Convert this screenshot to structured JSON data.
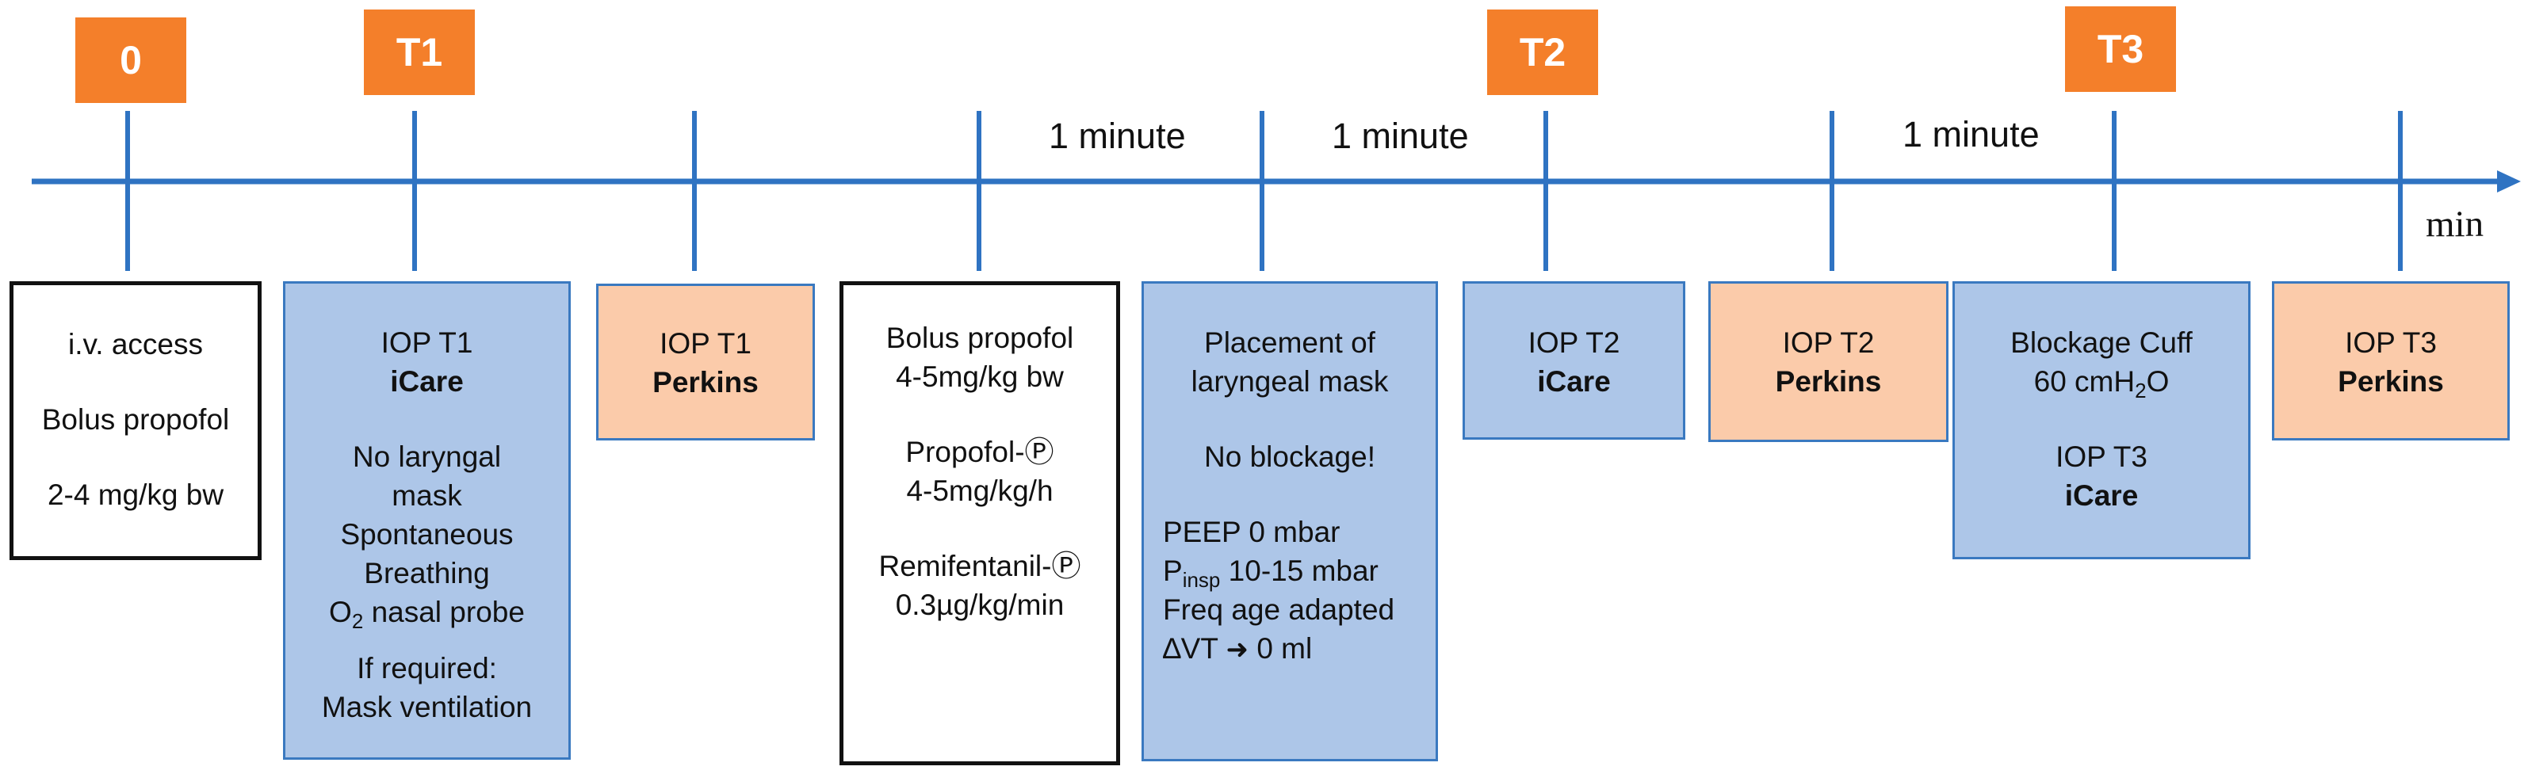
{
  "diagram": {
    "colors": {
      "axis": "#2f73c2",
      "marker_orange": "#f47f2a",
      "box_blue": "#adc6e8",
      "box_peach": "#fbcbaa",
      "box_border_blue": "#3a79c0",
      "box_border_black": "#111111"
    },
    "timepoints": {
      "t0": "0",
      "t1": "T1",
      "t2": "T2",
      "t3": "T3"
    },
    "intervals": {
      "a": "1 minute",
      "b": "1 minute",
      "c": "1 minute"
    },
    "axis_unit": "min",
    "boxes": {
      "iv_access": {
        "line1": "i.v. access",
        "line2": "Bolus propofol",
        "line3": "2-4 mg/kg bw"
      },
      "iop_t1_icare": {
        "line1": "IOP T1",
        "line2": "iCare",
        "line3": "No laryngal",
        "line4": "mask",
        "line5": "Spontaneous",
        "line6": "Breathing",
        "line7_pre": "O",
        "line7_sub": "2",
        "line7_post": " nasal probe",
        "line8": "If required:",
        "line9": "Mask ventilation"
      },
      "iop_t1_perkins": {
        "line1": "IOP T1",
        "line2": "Perkins"
      },
      "bolus_propofol": {
        "line1": "Bolus propofol",
        "line2": "4-5mg/kg bw",
        "line3": "Propofol-Ⓟ",
        "line4": "4-5mg/kg/h",
        "line5": "Remifentanil-Ⓟ",
        "line6": "0.3µg/kg/min"
      },
      "laryngeal_mask": {
        "line1": "Placement of",
        "line2": "laryngeal mask",
        "line3": "No blockage!",
        "line4": "PEEP 0 mbar",
        "line5_pre": "P",
        "line5_sub": "insp",
        "line5_post": " 10-15 mbar",
        "line6": "Freq age adapted",
        "line7_pre": "∆VT",
        "line7_arrow": "➜",
        "line7_post": "0 ml"
      },
      "iop_t2_icare": {
        "line1": "IOP T2",
        "line2": "iCare"
      },
      "iop_t2_perkins": {
        "line1": "IOP T2",
        "line2": "Perkins"
      },
      "blockage_cuff": {
        "line1": "Blockage Cuff",
        "line2_pre": "60 cmH",
        "line2_sub": "2",
        "line2_post": "O",
        "line3": "IOP T3",
        "line4": "iCare"
      },
      "iop_t3_perkins": {
        "line1": "IOP T3",
        "line2": "Perkins"
      }
    }
  }
}
